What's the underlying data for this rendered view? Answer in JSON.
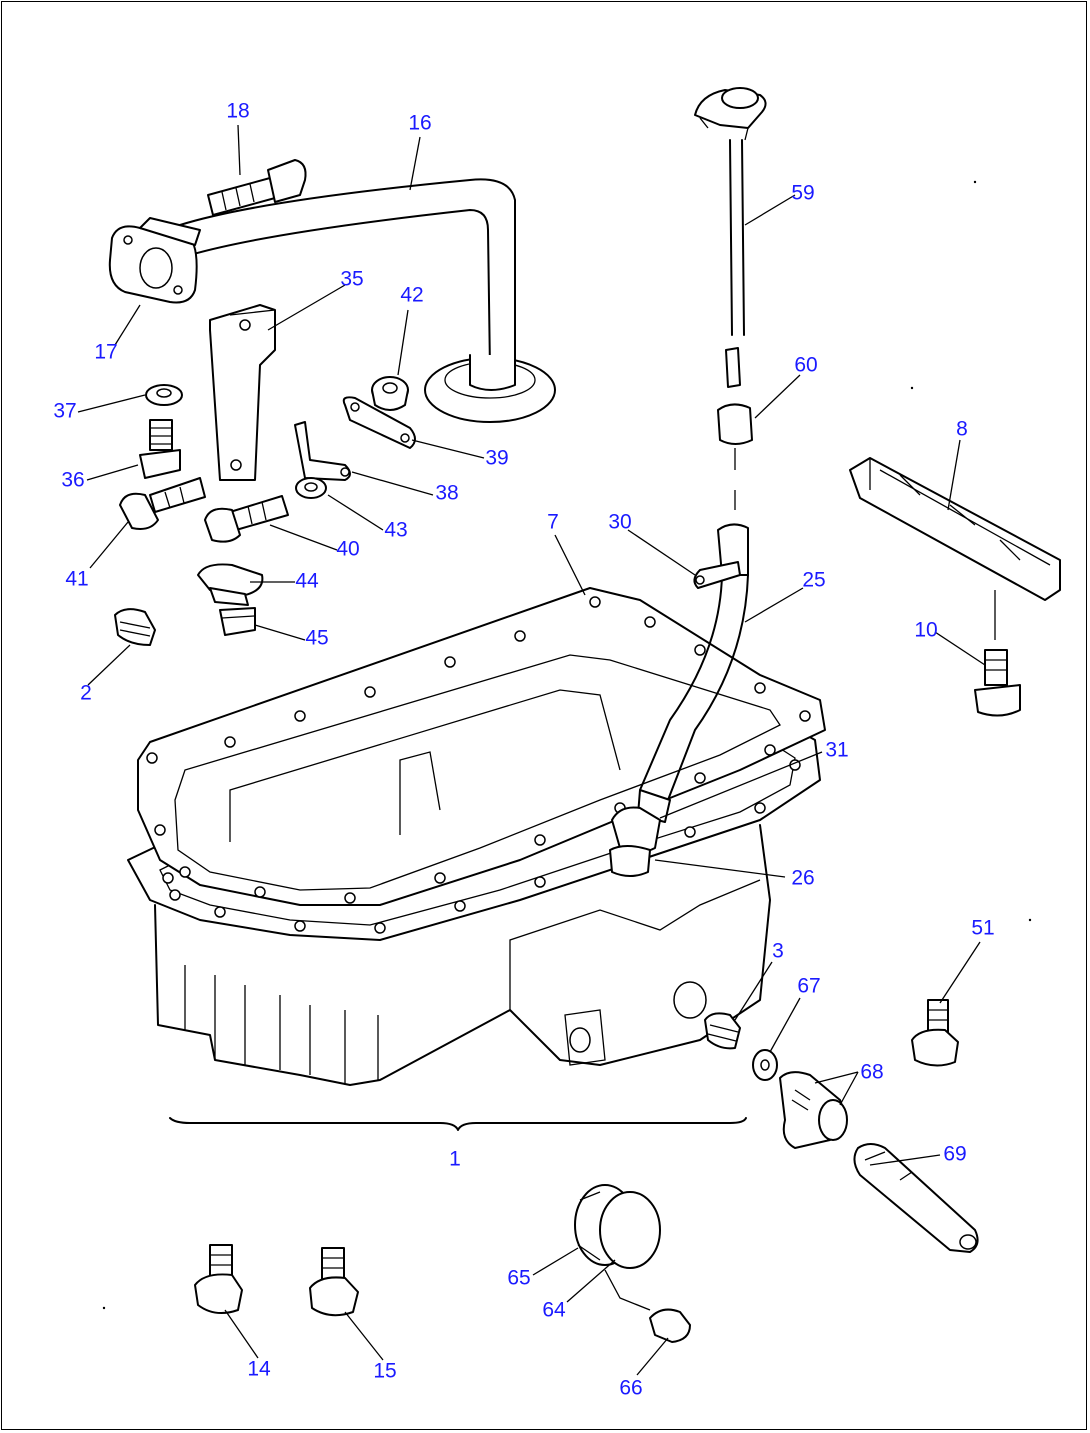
{
  "callouts": [
    {
      "id": "c1",
      "text": "1"
    },
    {
      "id": "c2",
      "text": "2"
    },
    {
      "id": "c3",
      "text": "3"
    },
    {
      "id": "c7",
      "text": "7"
    },
    {
      "id": "c8",
      "text": "8"
    },
    {
      "id": "c10",
      "text": "10"
    },
    {
      "id": "c14",
      "text": "14"
    },
    {
      "id": "c15",
      "text": "15"
    },
    {
      "id": "c16",
      "text": "16"
    },
    {
      "id": "c17",
      "text": "17"
    },
    {
      "id": "c18",
      "text": "18"
    },
    {
      "id": "c25",
      "text": "25"
    },
    {
      "id": "c26",
      "text": "26"
    },
    {
      "id": "c30",
      "text": "30"
    },
    {
      "id": "c31",
      "text": "31"
    },
    {
      "id": "c35",
      "text": "35"
    },
    {
      "id": "c36",
      "text": "36"
    },
    {
      "id": "c37",
      "text": "37"
    },
    {
      "id": "c38",
      "text": "38"
    },
    {
      "id": "c39",
      "text": "39"
    },
    {
      "id": "c40",
      "text": "40"
    },
    {
      "id": "c41",
      "text": "41"
    },
    {
      "id": "c42",
      "text": "42"
    },
    {
      "id": "c43",
      "text": "43"
    },
    {
      "id": "c44",
      "text": "44"
    },
    {
      "id": "c45",
      "text": "45"
    },
    {
      "id": "c51",
      "text": "51"
    },
    {
      "id": "c59",
      "text": "59"
    },
    {
      "id": "c60",
      "text": "60"
    },
    {
      "id": "c64",
      "text": "64"
    },
    {
      "id": "c65",
      "text": "65"
    },
    {
      "id": "c66",
      "text": "66"
    },
    {
      "id": "c67",
      "text": "67"
    },
    {
      "id": "c68",
      "text": "68"
    },
    {
      "id": "c69",
      "text": "69"
    }
  ],
  "colors": {
    "callout": "#1a1aff",
    "linework": "#000000",
    "background": "#ffffff"
  }
}
